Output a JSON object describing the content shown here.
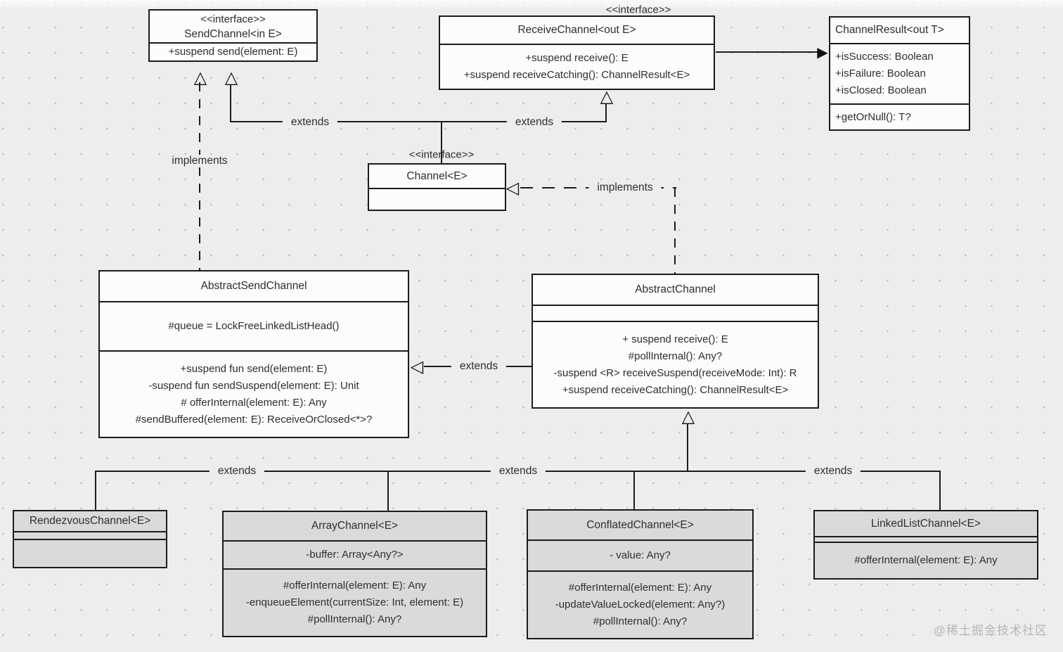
{
  "colors": {
    "background": "#ededed",
    "line": "#1c1c1c",
    "class_fill": "#fcfcfc",
    "subclass_fill": "#d9dad9",
    "text": "#2e2e2e",
    "watermark": "#b6b6b6"
  },
  "icons": {
    "triangle_up_hollow": "△",
    "triangle_left_hollow": "◁",
    "arrow_right_filled": "▶"
  },
  "classes": {
    "sendChannel": {
      "stereotype": "<<interface>>",
      "name": "SendChannel<in E>",
      "methods": [
        "+suspend send(element: E)"
      ]
    },
    "receiveChannel": {
      "stereotype": "<<interface>>",
      "name": "ReceiveChannel<out E>",
      "methods": [
        "+suspend receive(): E",
        "+suspend receiveCatching(): ChannelResult<E>"
      ]
    },
    "channelResult": {
      "name": "ChannelResult<out T>",
      "fields": [
        "+isSuccess: Boolean",
        "+isFailure: Boolean",
        "+isClosed: Boolean"
      ],
      "methods": [
        "+getOrNull(): T?"
      ]
    },
    "channel": {
      "stereotype": "<<interface>>",
      "name": "Channel<E>"
    },
    "abstractSendChannel": {
      "name": "AbstractSendChannel",
      "fields": [
        "#queue = LockFreeLinkedListHead()"
      ],
      "methods": [
        "+suspend fun send(element: E)",
        "-suspend fun sendSuspend(element: E): Unit",
        "# offerInternal(element: E): Any",
        "#sendBuffered(element: E): ReceiveOrClosed<*>?"
      ]
    },
    "abstractChannel": {
      "name": "AbstractChannel",
      "methods": [
        "+ suspend receive(): E",
        "#pollInternal(): Any?",
        "-suspend <R> receiveSuspend(receiveMode: Int): R",
        "+suspend receiveCatching(): ChannelResult<E>"
      ]
    },
    "rendezvousChannel": {
      "name": "RendezvousChannel<E>"
    },
    "arrayChannel": {
      "name": "ArrayChannel<E>",
      "fields": [
        "-buffer: Array<Any?>"
      ],
      "methods": [
        "#offerInternal(element: E): Any",
        "-enqueueElement(currentSize: Int, element: E)",
        "#pollInternal(): Any?"
      ]
    },
    "conflatedChannel": {
      "name": "ConflatedChannel<E>",
      "fields": [
        "- value: Any?"
      ],
      "methods": [
        "#offerInternal(element: E): Any",
        "-updateValueLocked(element: Any?)",
        "#pollInternal(): Any?"
      ]
    },
    "linkedListChannel": {
      "name": "LinkedListChannel<E>",
      "methods": [
        "#offerInternal(element: E): Any"
      ]
    }
  },
  "edges": {
    "implements_send": "implements",
    "implements_channel": "implements",
    "extends_send": "extends",
    "extends_receive": "extends",
    "extends_abstract_send": "extends",
    "extends_rendezvous": "extends",
    "extends_array_conflated": "extends",
    "extends_linkedlist": "extends"
  },
  "watermark": "@稀土掘金技术社区"
}
